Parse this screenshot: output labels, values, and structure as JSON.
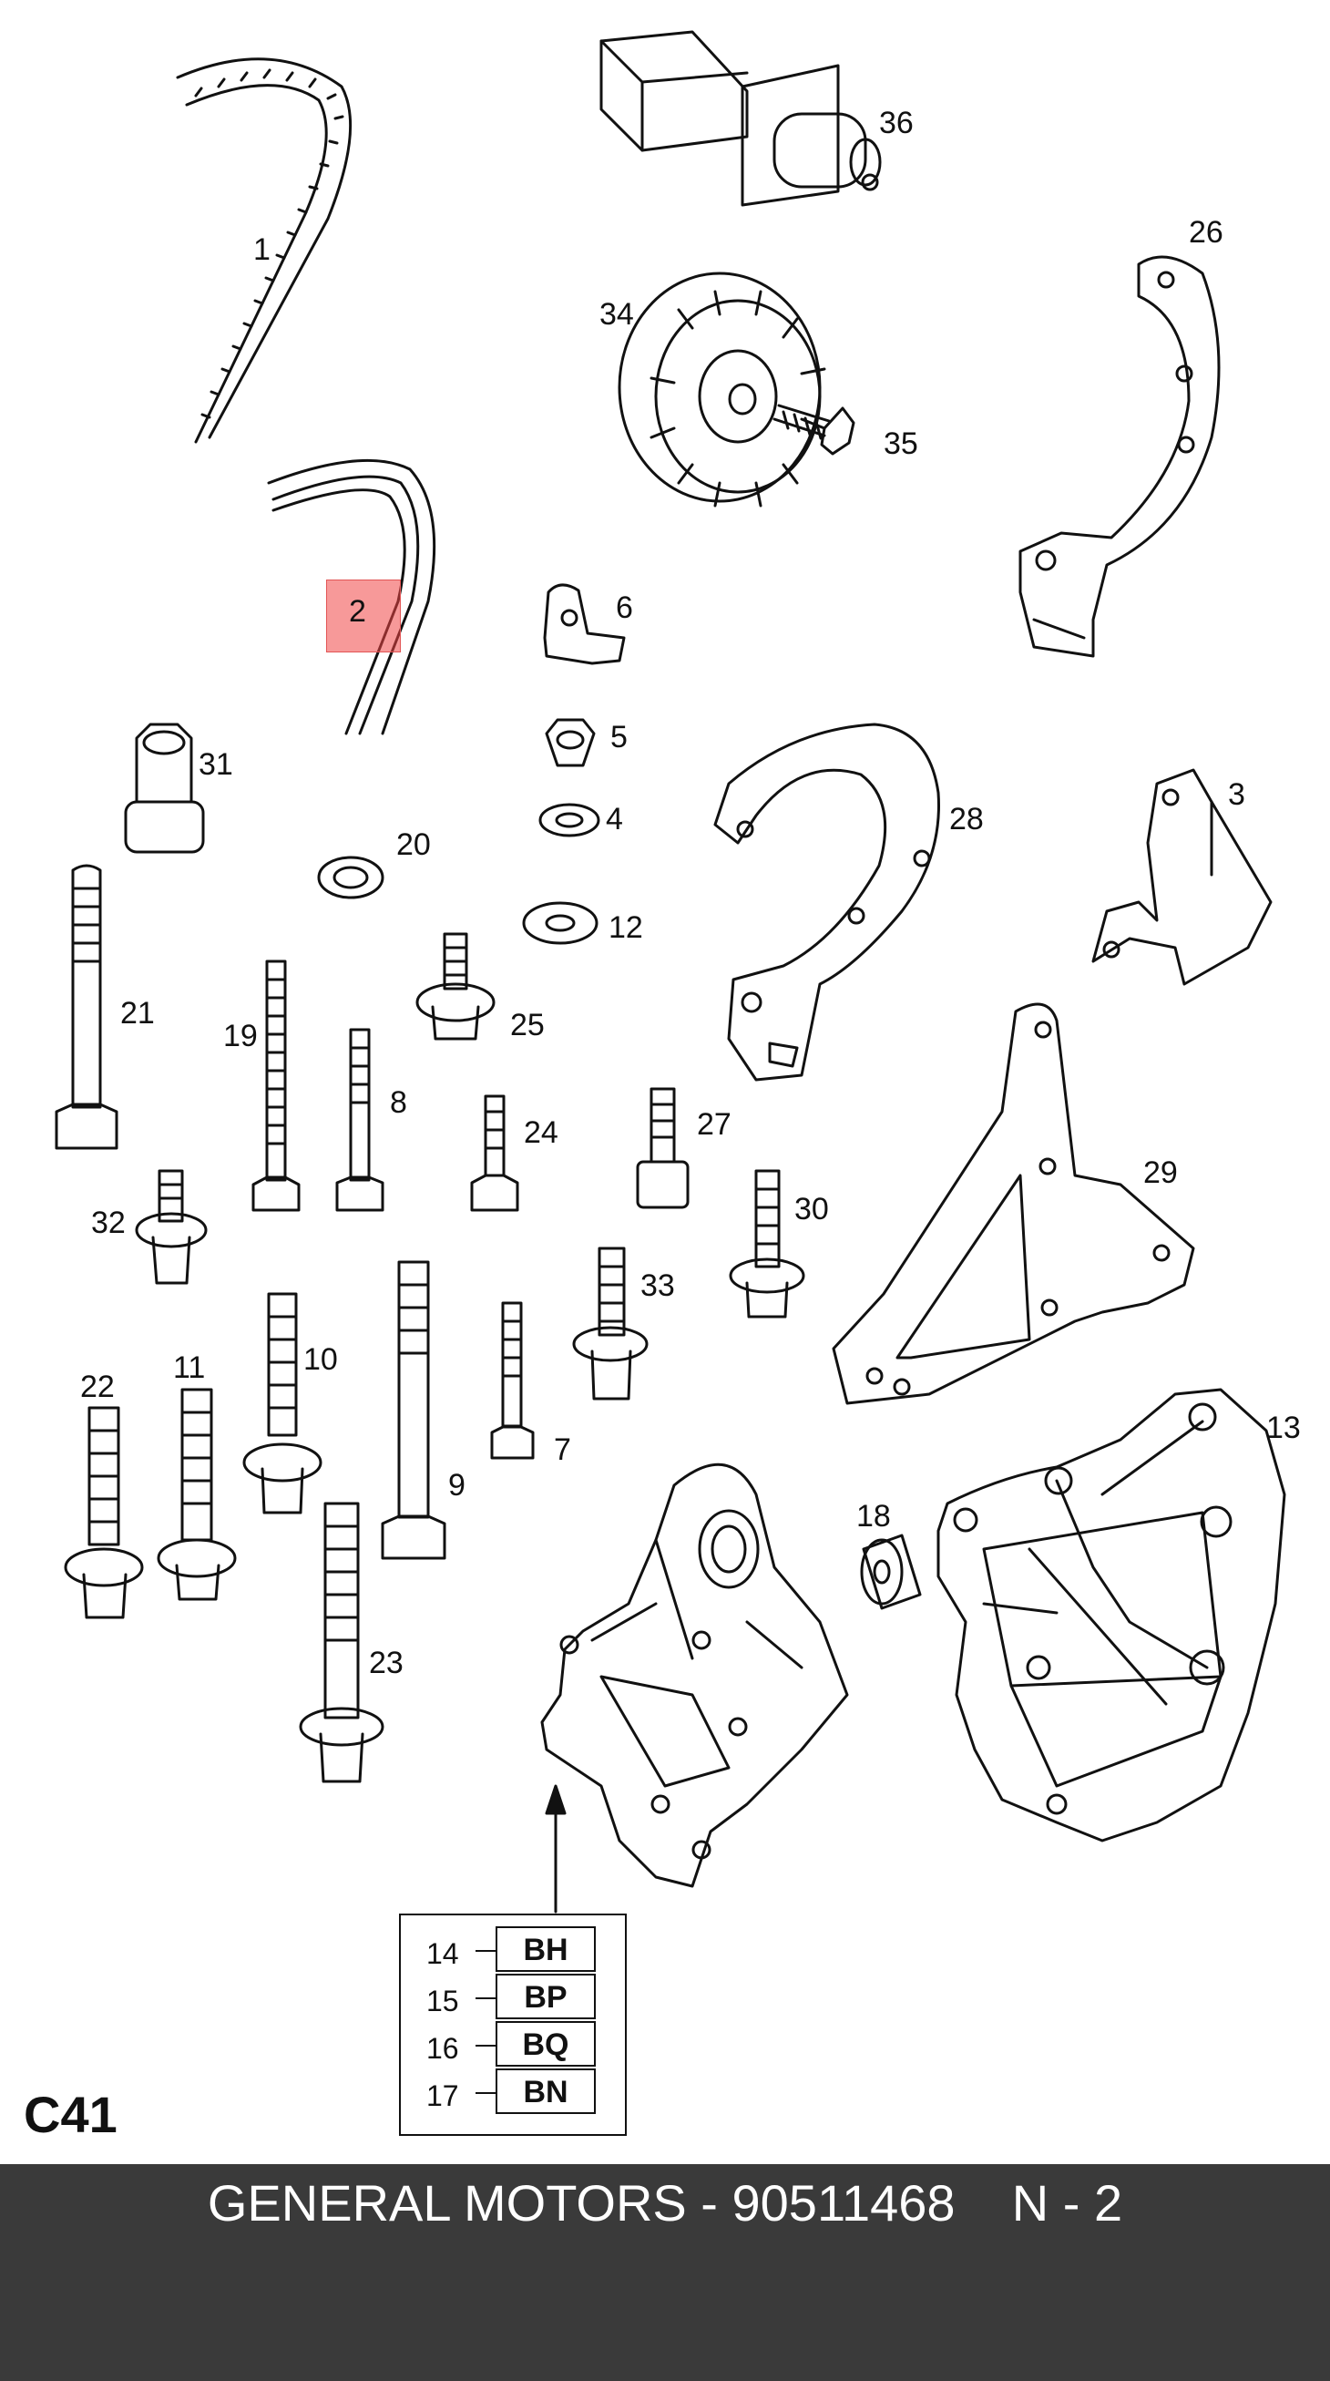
{
  "diagram": {
    "callouts": {
      "c1": "1",
      "c2": "2",
      "c3": "3",
      "c4": "4",
      "c5": "5",
      "c6": "6",
      "c7": "7",
      "c8": "8",
      "c9": "9",
      "c10": "10",
      "c11": "11",
      "c12": "12",
      "c13": "13",
      "c18": "18",
      "c19": "19",
      "c20": "20",
      "c21": "21",
      "c22": "22",
      "c23": "23",
      "c24": "24",
      "c25": "25",
      "c26": "26",
      "c27": "27",
      "c28": "28",
      "c29": "29",
      "c30": "30",
      "c31": "31",
      "c32": "32",
      "c33": "33",
      "c34": "34",
      "c35": "35",
      "c36": "36"
    },
    "highlighted_part": "2",
    "highlight_color": "#f04646",
    "variant_table": [
      {
        "num": "14",
        "code": "BH"
      },
      {
        "num": "15",
        "code": "BP"
      },
      {
        "num": "16",
        "code": "BQ"
      },
      {
        "num": "17",
        "code": "BN"
      }
    ],
    "page_code": "C41"
  },
  "footer": {
    "text": "GENERAL MOTORS - 90511468    N - 2",
    "background": "#3a3a3a"
  }
}
